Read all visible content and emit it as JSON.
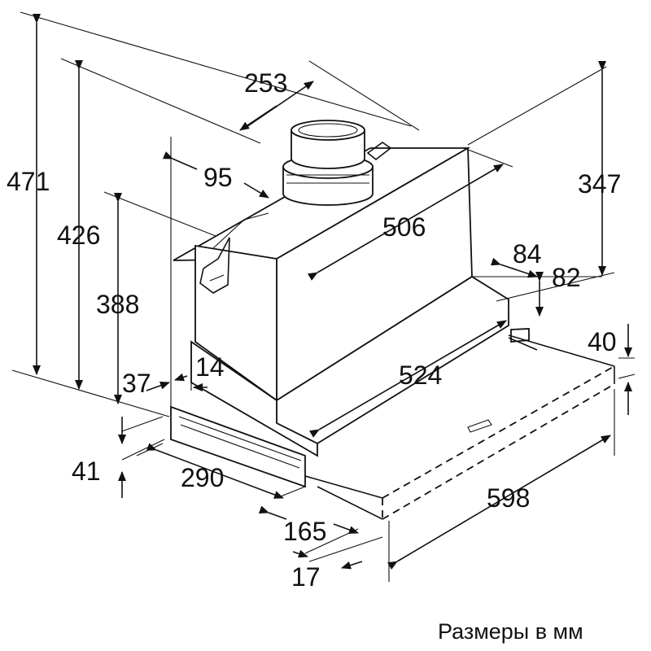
{
  "dimensions": {
    "d471": "471",
    "d426": "426",
    "d388": "388",
    "d253": "253",
    "d95": "95",
    "d506": "506",
    "d347": "347",
    "d84": "84",
    "d82": "82",
    "d40": "40",
    "d524": "524",
    "d37": "37",
    "d14": "14",
    "d41": "41",
    "d290": "290",
    "d165": "165",
    "d17": "17",
    "d598": "598"
  },
  "caption": "Размеры в мм"
}
